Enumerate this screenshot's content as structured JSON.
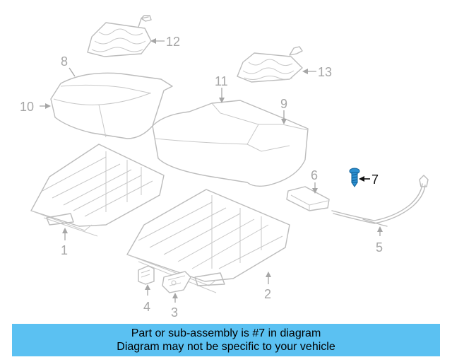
{
  "colors": {
    "banner": "#5bc1f2",
    "highlight_part": "#2b8fd0",
    "parts": "#bcbcbc",
    "callouts": "#a6a6a6"
  },
  "callouts": {
    "c1": "1",
    "c2": "2",
    "c3": "3",
    "c4": "4",
    "c5": "5",
    "c6": "6",
    "c7": "7",
    "c8": "8",
    "c9": "9",
    "c10": "10",
    "c11": "11",
    "c12": "12",
    "c13": "13"
  },
  "highlighted_callout": "7",
  "banner": {
    "line1": "Part or sub-assembly is #7 in diagram",
    "line2": "Diagram may not be specific to your vehicle"
  }
}
